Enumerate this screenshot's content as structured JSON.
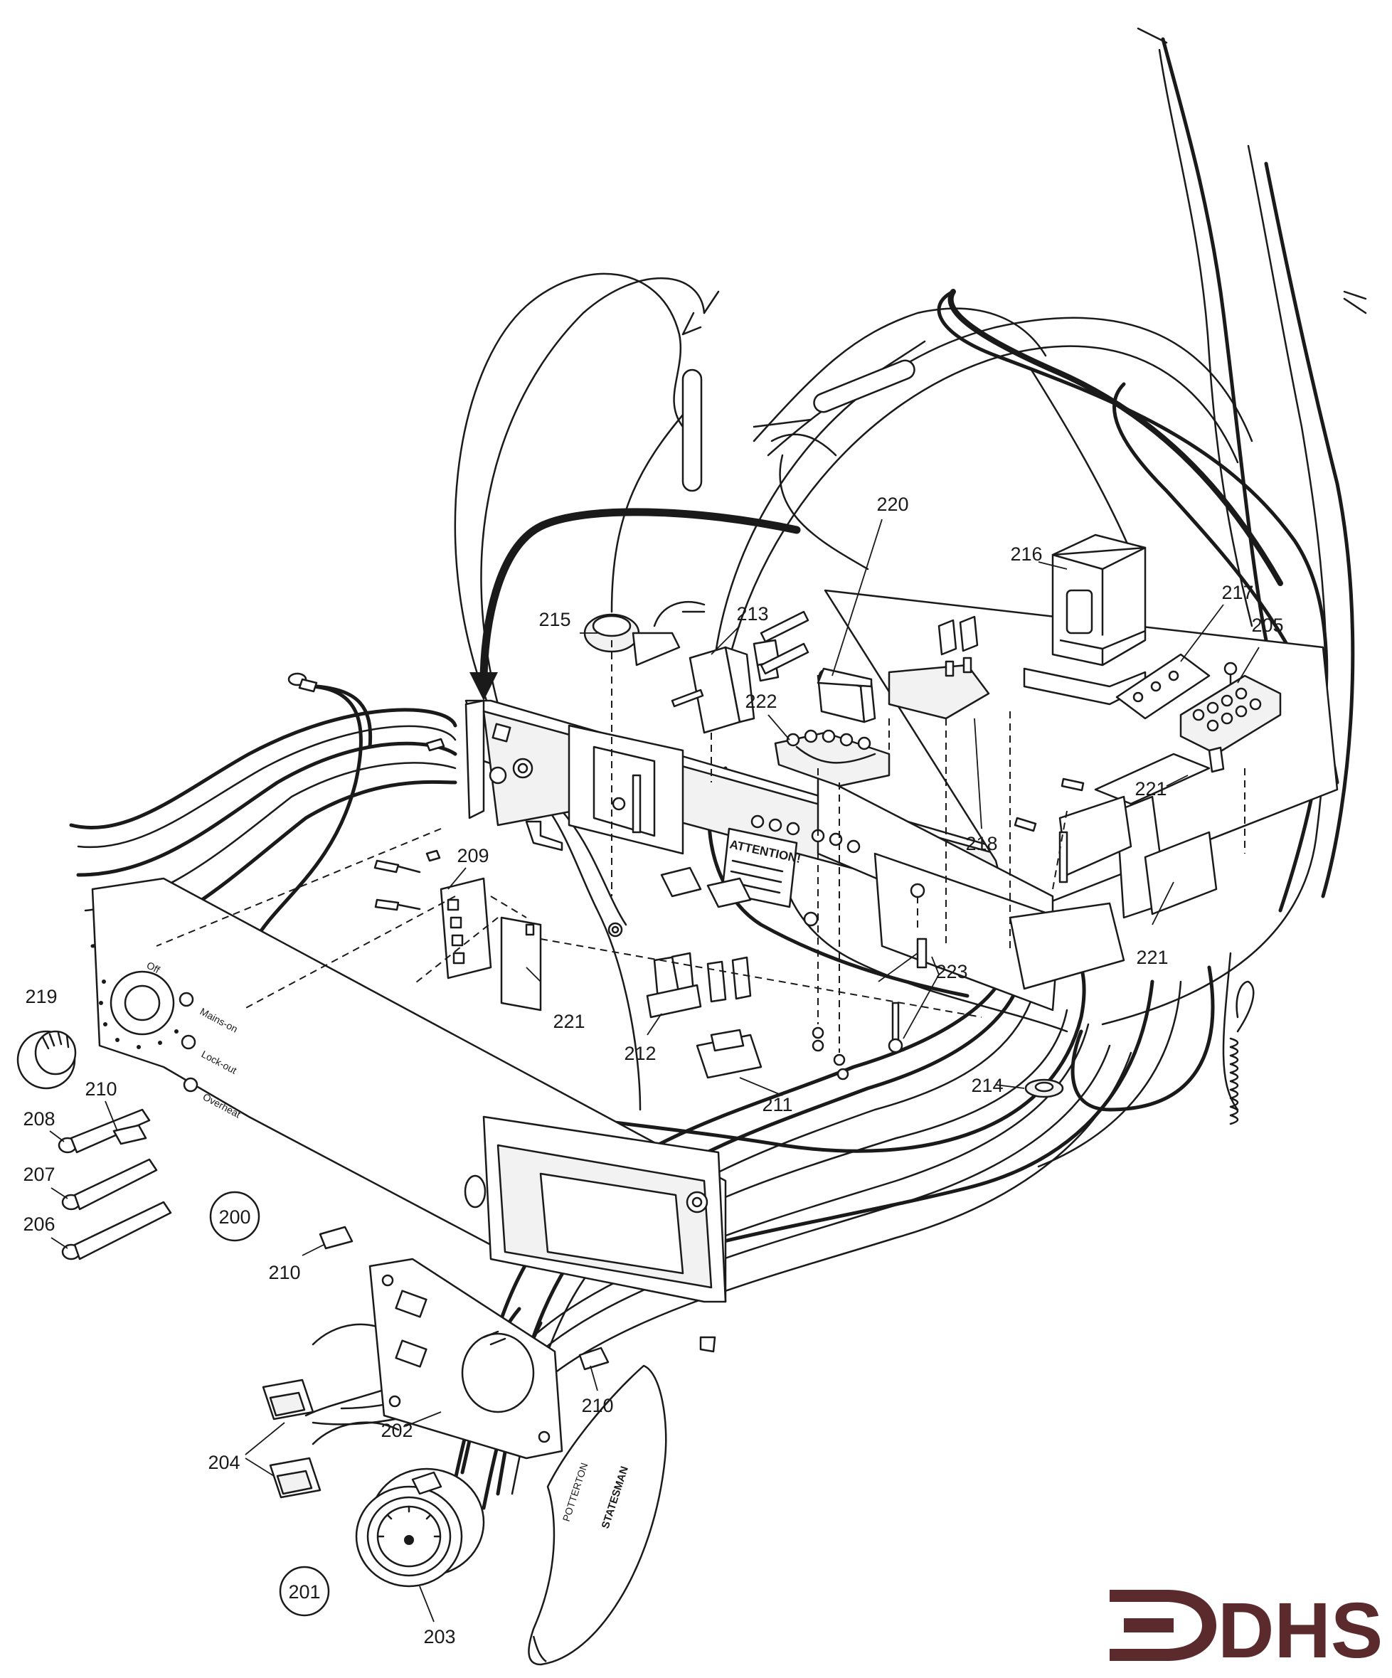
{
  "diagram": {
    "part_labels": {
      "p200": "200",
      "p201": "201",
      "p202": "202",
      "p203": "203",
      "p204": "204",
      "p205": "205",
      "p206": "206",
      "p207": "207",
      "p208": "208",
      "p209": "209",
      "p210a": "210",
      "p210b": "210",
      "p210c": "210",
      "p211": "211",
      "p212": "212",
      "p213": "213",
      "p214": "214",
      "p215": "215",
      "p216": "216",
      "p217": "217",
      "p218": "218",
      "p219": "219",
      "p220": "220",
      "p221a": "221",
      "p221b": "221",
      "p221c": "221",
      "p222": "222",
      "p223": "223"
    },
    "panel_text": {
      "off": "Off",
      "mains_on": "Mains-on",
      "lock_out": "Lock-out",
      "overheat": "Overheat"
    },
    "warning_label": "ATTENTION!",
    "cover_text": {
      "brand": "STATESMAN",
      "maker": "POTTERTON"
    }
  },
  "logo": {
    "text": "DHS",
    "color": "#5b2a2c"
  }
}
